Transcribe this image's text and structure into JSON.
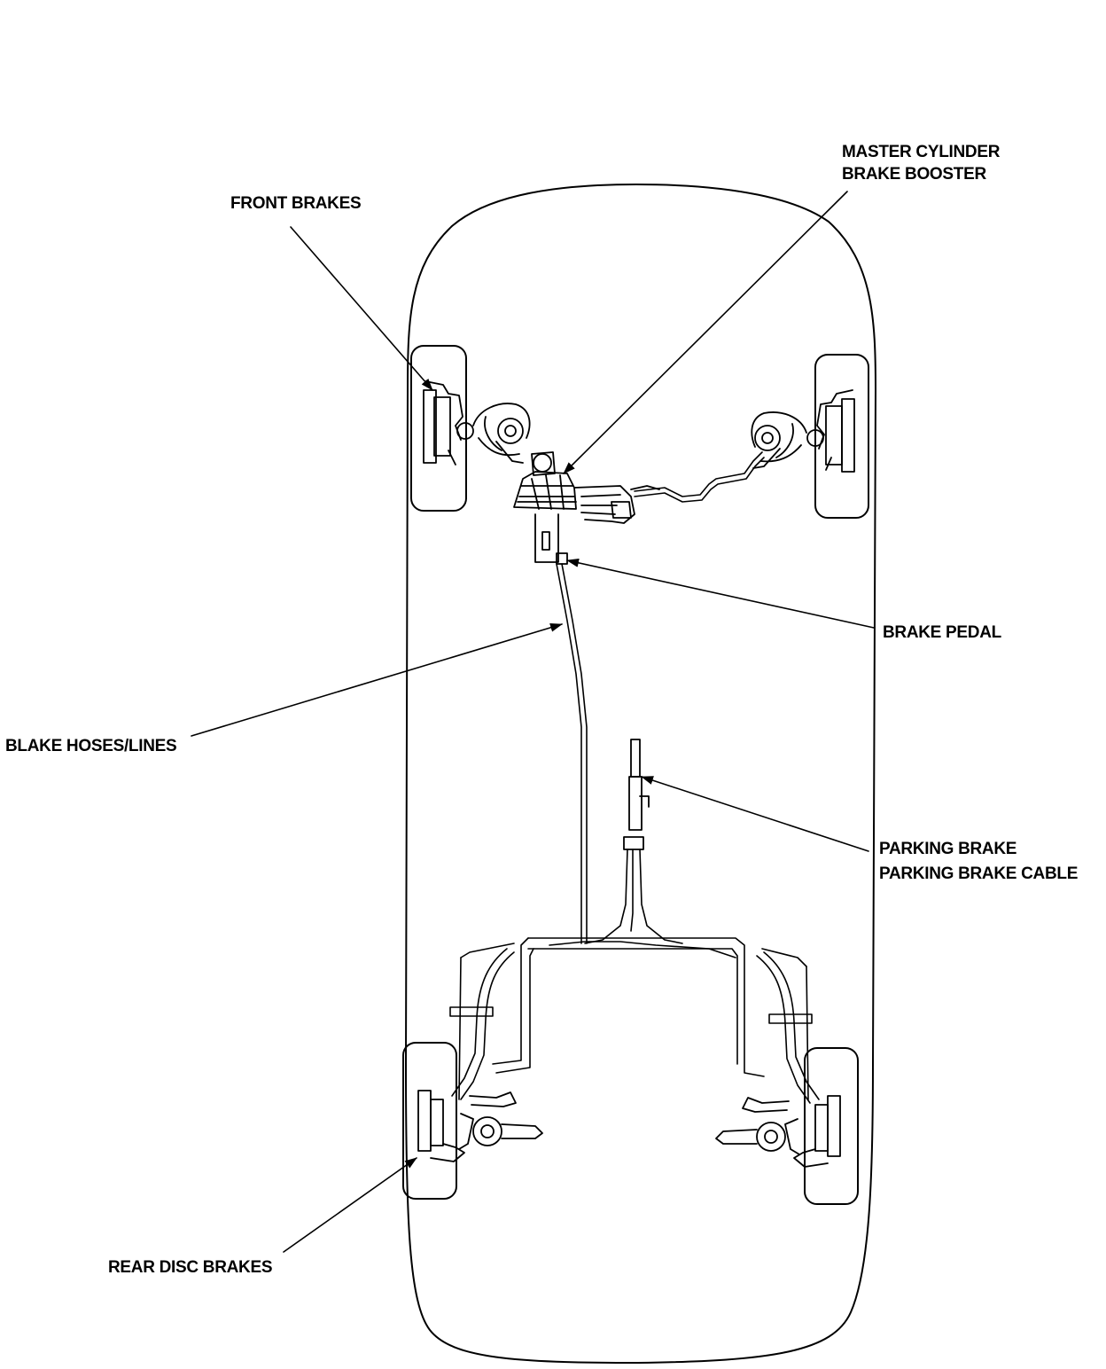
{
  "labels": {
    "front_brakes": "FRONT BRAKES",
    "master_cylinder": "MASTER CYLINDER",
    "brake_booster": "BRAKE BOOSTER",
    "brake_pedal": "BRAKE PEDAL",
    "brake_hoses_lines": "BLAKE HOSES/LINES",
    "parking_brake": "PARKING BRAKE",
    "parking_brake_cable": "PARKING BRAKE CABLE",
    "rear_disc_brakes": "REAR DISC BRAKES"
  },
  "colors": {
    "line": "#000000",
    "background": "#ffffff"
  }
}
